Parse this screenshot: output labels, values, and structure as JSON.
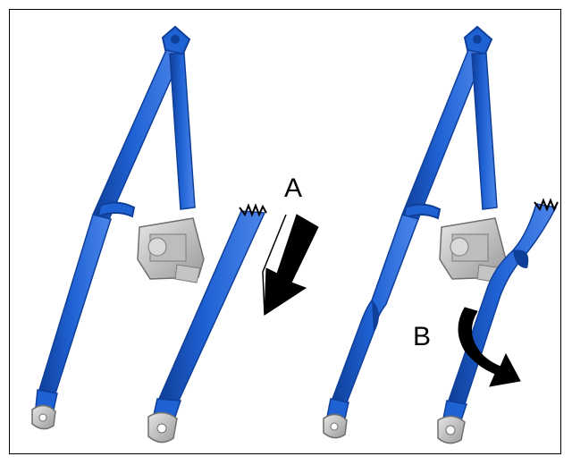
{
  "colors": {
    "belt": "#1f62d4",
    "belt_dark": "#0f3f99",
    "belt_light": "#4d86ea",
    "metal": "#cfcfcf",
    "metal_dark": "#8a8a8a",
    "arrow": "#000000",
    "frame": "#000000"
  },
  "labels": {
    "a": "A",
    "b": "B"
  },
  "panels": [
    {
      "name": "belt-correct-untwisted",
      "icon": "seat-belt-icon"
    },
    {
      "name": "belt-incorrect-twisted",
      "icon": "seat-belt-twisted-icon"
    }
  ]
}
